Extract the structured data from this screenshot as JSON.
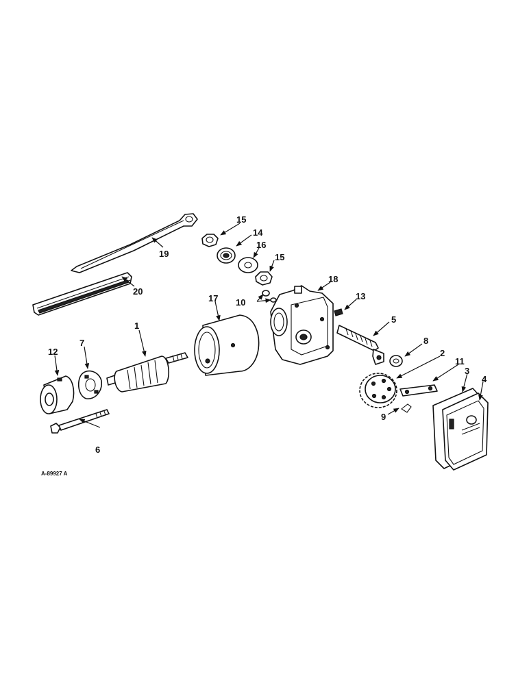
{
  "figure_code": "A-89927 A",
  "callouts": {
    "c1": "1",
    "c2": "2",
    "c3": "3",
    "c4": "4",
    "c5": "5",
    "c6": "6",
    "c7": "7",
    "c8": "8",
    "c9": "9",
    "c10": "10",
    "c11": "11",
    "c12": "12",
    "c13": "13",
    "c14": "14",
    "c15a": "15",
    "c15b": "15",
    "c16": "16",
    "c17": "17",
    "c18": "18",
    "c19": "19",
    "c20": "20"
  }
}
